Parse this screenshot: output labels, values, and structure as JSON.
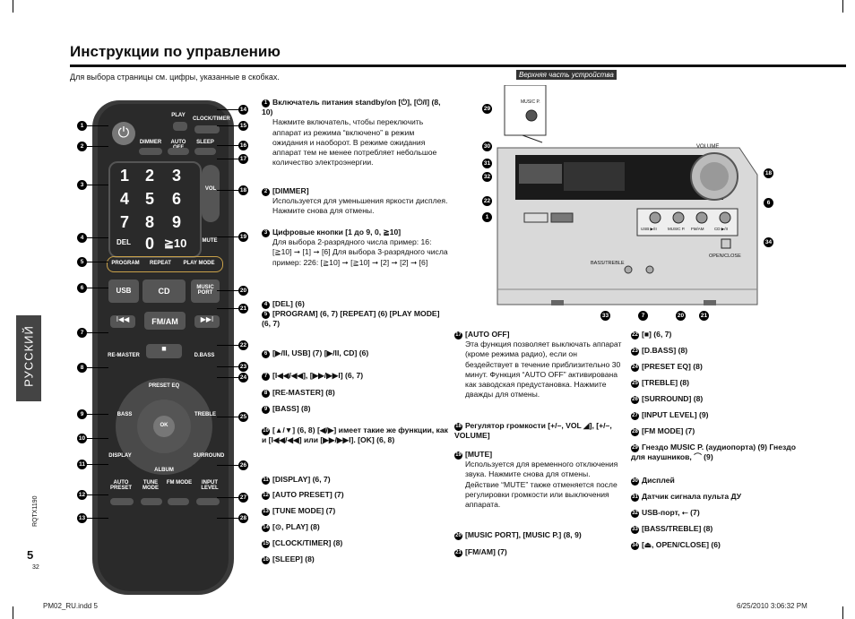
{
  "title": "Инструкции по управлению",
  "subtitle": "Для выбора страницы см. цифры, указанные в скобках.",
  "side_tab": "РУССКИЙ",
  "page_number": "5",
  "page_sub": "32",
  "doc_code": "RQTX1190",
  "footer_left": "PM02_RU.indd   5",
  "footer_right": "6/25/2010   3:06:32 PM",
  "device_label": "Верхняя часть устройства",
  "remote_labels": {
    "play": "PLAY",
    "clock": "CLOCK/TIMER",
    "dimmer": "DIMMER",
    "autooff": "AUTO OFF",
    "sleep": "SLEEP",
    "vol": "VOL",
    "del": "DEL",
    "mute": "MUTE",
    "program": "PROGRAM",
    "repeat": "REPEAT",
    "playmode": "PLAY MODE",
    "usb": "USB",
    "cd": "CD",
    "music_port": "MUSIC PORT",
    "fmam": "FM/AM",
    "remaster": "RE-MASTER",
    "dbass": "D.BASS",
    "preset_eq": "PRESET EQ",
    "bass": "BASS",
    "treble": "TREBLE",
    "ok": "OK",
    "display": "DISPLAY",
    "surround": "SURROUND",
    "album": "ALBUM",
    "auto_preset": "AUTO PRESET",
    "tune_mode": "TUNE MODE",
    "fm_mode": "FM MODE",
    "input_level": "INPUT LEVEL",
    "digits": [
      "1",
      "2",
      "3",
      "4",
      "5",
      "6",
      "7",
      "8",
      "9",
      "0",
      "≧10"
    ]
  },
  "device_labels": {
    "volume": "VOLUME",
    "bass_treble": "BASS/TREBLE",
    "open_close": "OPEN/CLOSE",
    "usb_play": "USB ▶/II",
    "music_p": "MUSIC P.",
    "fmam": "FM/AM",
    "cd_play": "CD ▶/II",
    "music_p_top": "MUSIC P."
  },
  "col1": [
    {
      "n": "1",
      "h": "Включатель питания standby/on [⏻], [⏻/I] (8, 10)",
      "d": "Нажмите включатель, чтобы переключить аппарат из режима “включено” в режим ожидания и наоборот. В режиме ожидания аппарат тем не менее потребляет небольшое количество электроэнергии."
    },
    {
      "n": "2",
      "h": "[DIMMER]",
      "d": "Используется для уменьшения яркости дисплея. Нажмите снова для отмены."
    },
    {
      "n": "3",
      "h": "Цифровые кнопки [1 до 9, 0, ≧10]",
      "d": "Для выбора 2-разрядного числа пример: 16: [≧10] ➞ [1] ➞ [6] Для выбора 3-разрядного числа пример: 226: [≧10] ➞ [≧10] ➞ [2] ➞ [2] ➞ [6]"
    },
    {
      "n": "4",
      "h": "[DEL] (6)",
      "d": ""
    },
    {
      "n": "5",
      "h": "[PROGRAM] (6, 7) [REPEAT] (6) [PLAY MODE] (6, 7)",
      "d": ""
    },
    {
      "n": "6",
      "h": "[▶/II, USB] (7) [▶/II, CD] (6)",
      "d": ""
    },
    {
      "n": "7",
      "h": "[I◀◀/◀◀], [▶▶/▶▶I] (6, 7)",
      "d": ""
    },
    {
      "n": "8",
      "h": "[RE-MASTER] (8)",
      "d": ""
    },
    {
      "n": "9",
      "h": "[BASS] (8)",
      "d": ""
    },
    {
      "n": "10",
      "h": "[▲/▼] (6, 8) [◀/▶] имеет такие же функции, как и [I◀◀/◀◀] или [▶▶/▶▶I]. [OK] (6, 8)",
      "d": ""
    },
    {
      "n": "11",
      "h": "[DISPLAY] (6, 7)",
      "d": ""
    },
    {
      "n": "12",
      "h": "[AUTO PRESET] (7)",
      "d": ""
    },
    {
      "n": "13",
      "h": "[TUNE MODE] (7)",
      "d": ""
    },
    {
      "n": "14",
      "h": "[⊙, PLAY] (8)",
      "d": ""
    },
    {
      "n": "15",
      "h": "[CLOCK/TIMER] (8)",
      "d": ""
    },
    {
      "n": "16",
      "h": "[SLEEP] (8)",
      "d": ""
    }
  ],
  "col2": [
    {
      "n": "17",
      "h": "[AUTO OFF]",
      "d": "Эта функция позволяет выключать аппарат (кроме режима радио), если он бездействует в течение приблизительно 30 минут. Функция “AUTO OFF” активирована как заводская предустановка. Нажмите дважды для отмены."
    },
    {
      "n": "18",
      "h": "Регулятор громкости [+/–, VOL ◢], [+/–, VOLUME]",
      "d": ""
    },
    {
      "n": "19",
      "h": "[MUTE]",
      "d": "Используется для временного отключения звука. Нажмите снова для отмены. Действие “MUTE” также отменяется после регулировки громкости или выключения аппарата."
    },
    {
      "n": "20",
      "h": "[MUSIC PORT], [MUSIC P.] (8, 9)",
      "d": ""
    },
    {
      "n": "21",
      "h": "[FM/AM] (7)",
      "d": ""
    }
  ],
  "col3": [
    {
      "n": "22",
      "h": "[■] (6, 7)",
      "d": ""
    },
    {
      "n": "23",
      "h": "[D.BASS] (8)",
      "d": ""
    },
    {
      "n": "24",
      "h": "[PRESET EQ] (8)",
      "d": ""
    },
    {
      "n": "25",
      "h": "[TREBLE] (8)",
      "d": ""
    },
    {
      "n": "26",
      "h": "[SURROUND] (8)",
      "d": ""
    },
    {
      "n": "27",
      "h": "[INPUT LEVEL] (9)",
      "d": ""
    },
    {
      "n": "28",
      "h": "[FM MODE] (7)",
      "d": ""
    },
    {
      "n": "29",
      "h": "Гнездо MUSIC P. (аудиопорта) (9) Гнездо для наушников, ⌒ (9)",
      "d": ""
    },
    {
      "n": "30",
      "h": "Дисплей",
      "d": ""
    },
    {
      "n": "31",
      "h": "Датчик сигнала пульта ДУ",
      "d": ""
    },
    {
      "n": "32",
      "h": "USB-порт, ⭠ (7)",
      "d": ""
    },
    {
      "n": "33",
      "h": "[BASS/TREBLE] (8)",
      "d": ""
    },
    {
      "n": "34",
      "h": "[⏏, OPEN/CLOSE] (6)",
      "d": ""
    }
  ]
}
